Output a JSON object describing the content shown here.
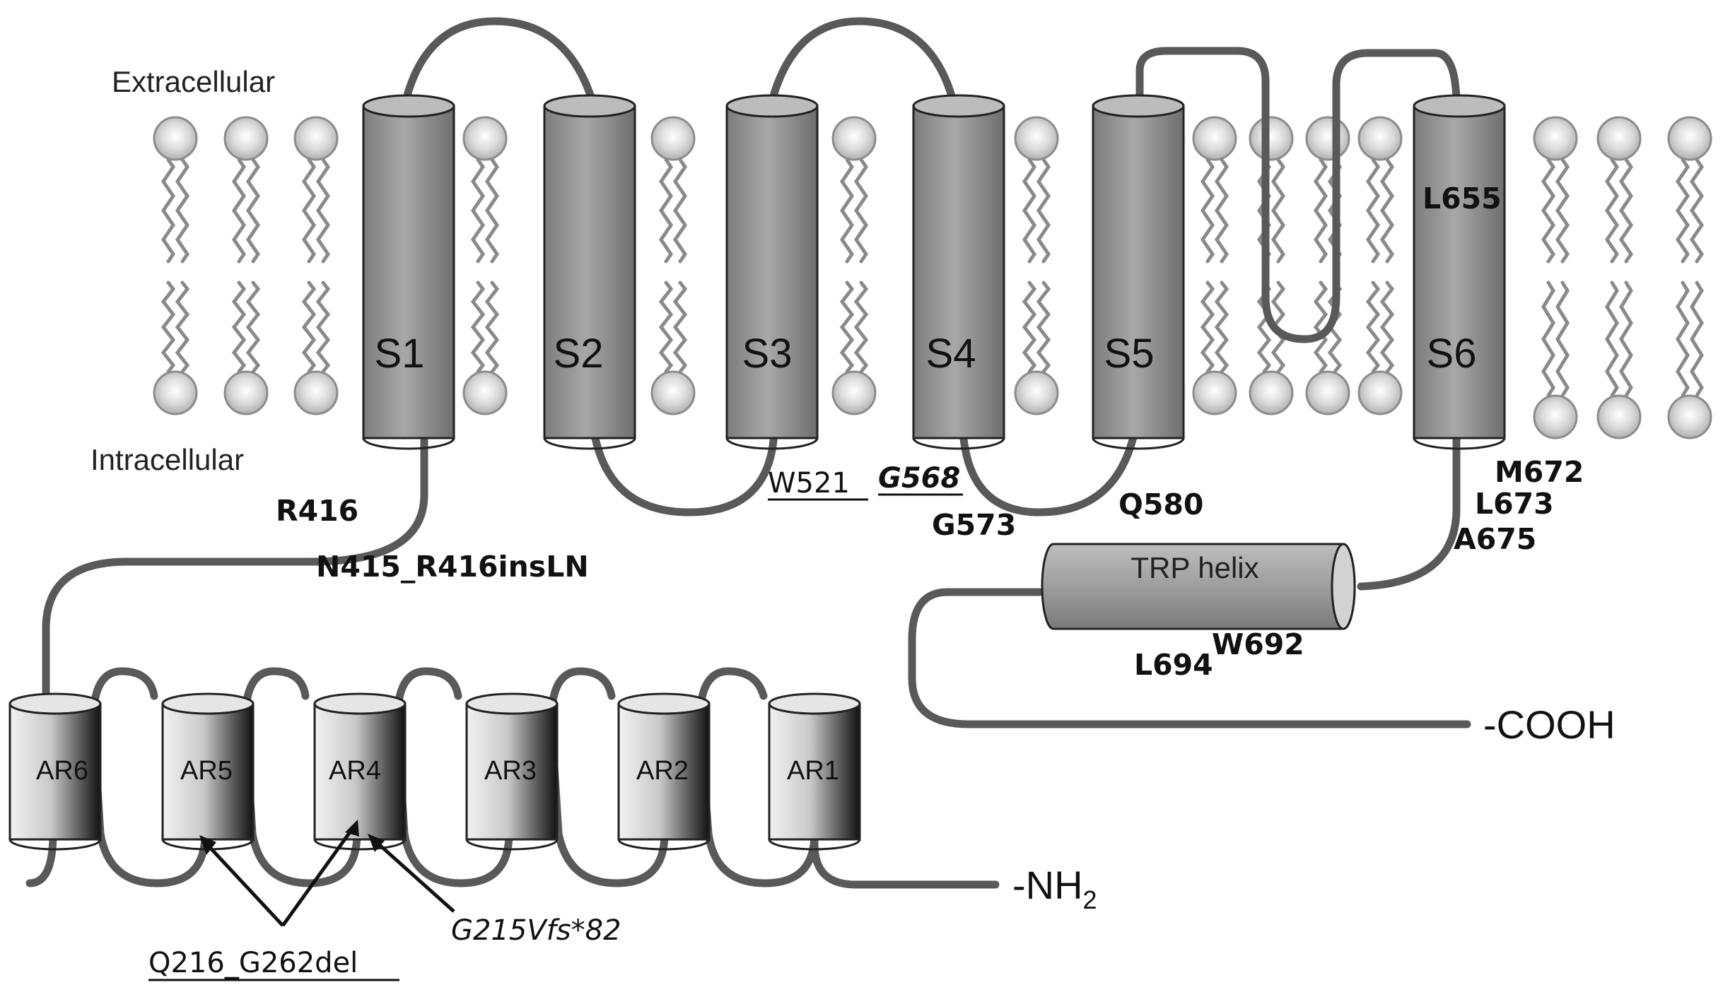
{
  "labels": {
    "extracellular": "Extracellular",
    "intracellular": "Intracellular",
    "cooh": "-COOH",
    "nh2_main": "-NH",
    "nh2_sub": "2",
    "trp_helix": "TRP helix"
  },
  "segments": [
    "S1",
    "S2",
    "S3",
    "S4",
    "S5",
    "S6"
  ],
  "ankyrin_repeats": [
    "AR6",
    "AR5",
    "AR4",
    "AR3",
    "AR2",
    "AR1"
  ],
  "mutations": {
    "R416": "R416",
    "N415_R416insLN": "N415_R416insLN",
    "W521": "W521",
    "G568": "G568",
    "G573": "G573",
    "Q580": "Q580",
    "L655": "L655",
    "M672": "M672",
    "L673": "L673",
    "A675": "A675",
    "W692": "W692",
    "L694": "L694",
    "G215Vfs": "G215Vfs*82",
    "Q216_G262del": "Q216_G262del"
  },
  "colors": {
    "chain": "#595959",
    "helix_fill": "#9a9a9a",
    "lipid_head": "#c8c8c8",
    "background": "#ffffff"
  }
}
